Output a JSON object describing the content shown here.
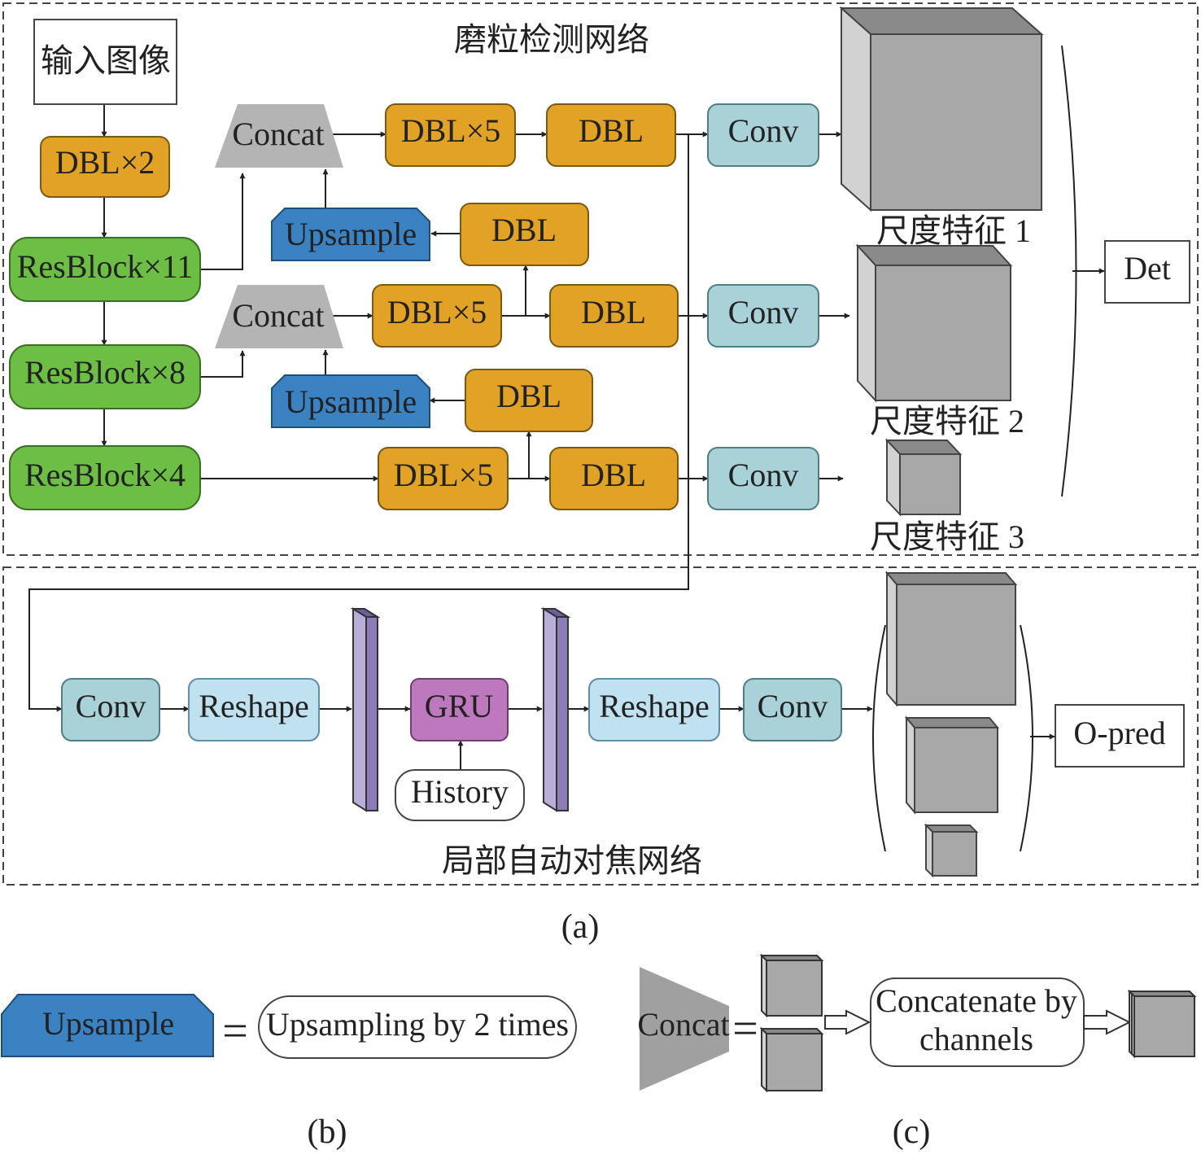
{
  "colors": {
    "dbl_fill": "#E2A226",
    "resblock_fill": "#6CBE45",
    "conv_fill": "#A8D2D8",
    "upsample_fill": "#3A82C2",
    "reshape_fill": "#BFE1F0",
    "gru_fill": "#BE78BE",
    "fc_bar_fill": "#8C7CB8",
    "concat_fill": "#B4B4B4",
    "cube_face": "#A8A8A8",
    "cube_top": "#8A8A8A",
    "cube_side": "#D2D2D2",
    "line": "#222222"
  },
  "panel_a": {
    "title_top": "磨粒检测网络",
    "title_bottom": "局部自动对焦网络",
    "caption": "(a)",
    "input": "输入图像",
    "dbl2": "DBL×2",
    "res11": "ResBlock×11",
    "res8": "ResBlock×8",
    "res4": "ResBlock×4",
    "concat": "Concat",
    "upsample": "Upsample",
    "dbl5": "DBL×5",
    "dbl": "DBL",
    "conv": "Conv",
    "scale1": "尺度特征 1",
    "scale2": "尺度特征 2",
    "scale3": "尺度特征 3",
    "det": "Det",
    "reshape": "Reshape",
    "gru": "GRU",
    "history": "History",
    "opred": "O-pred"
  },
  "panel_b": {
    "upsample": "Upsample",
    "equals": "=",
    "desc": "Upsampling by 2 times",
    "caption": "(b)"
  },
  "panel_c": {
    "concat": "Concat",
    "equals": "=",
    "desc_line1": "Concatenate by",
    "desc_line2": "channels",
    "caption": "(c)"
  }
}
